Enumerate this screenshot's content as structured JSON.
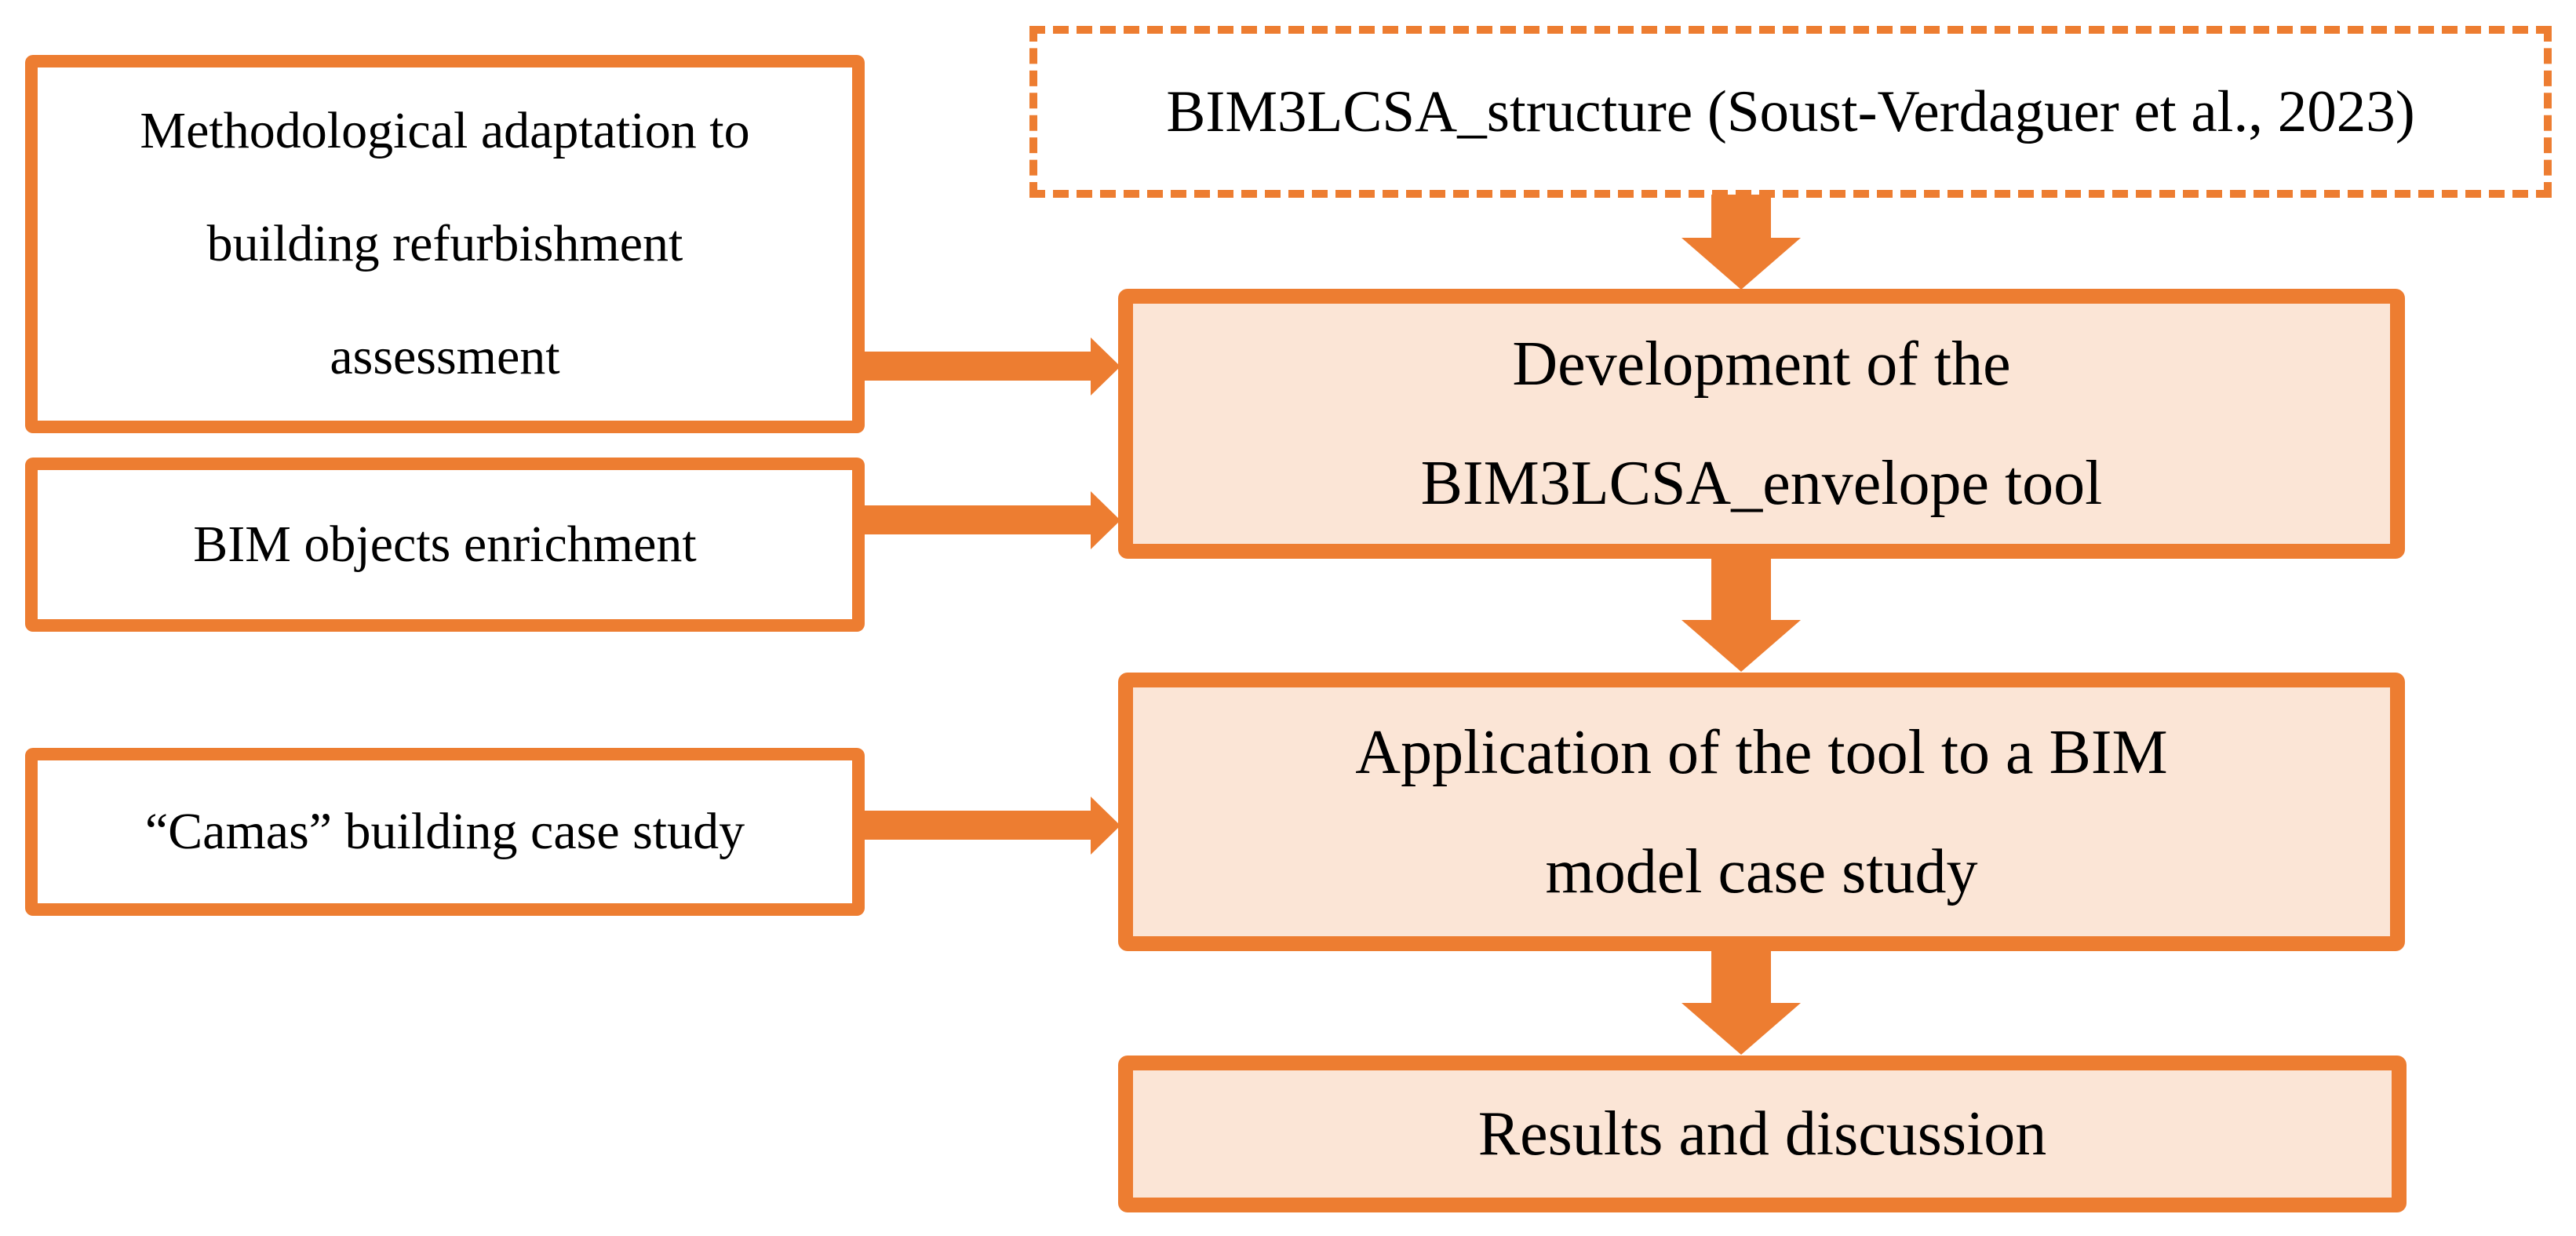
{
  "figure": {
    "type": "flowchart",
    "background_color": "#FFFFFF",
    "accent_color": "#ED7D31",
    "process_fill_color": "#FBE5D6",
    "text_color": "#000000"
  },
  "boxes": {
    "reference": {
      "label": "BIM3LCSA_structure (Soust-Verdaguer et al., 2023)",
      "style": "dashed-border"
    },
    "methodological": {
      "lines": [
        "Methodological adaptation to",
        "building refurbishment",
        "assessment"
      ],
      "style": "input"
    },
    "bim_objects": {
      "label": "BIM objects enrichment",
      "style": "input"
    },
    "camas": {
      "label": "“Camas” building case study",
      "style": "input"
    },
    "development": {
      "lines": [
        "Development of the",
        "BIM3LCSA_envelope tool"
      ],
      "style": "process"
    },
    "application": {
      "lines": [
        "Application of the tool to a BIM",
        "model case study"
      ],
      "style": "process"
    },
    "results": {
      "label": "Results and discussion",
      "style": "process"
    }
  },
  "edges": [
    {
      "from": "reference",
      "to": "development",
      "direction": "down"
    },
    {
      "from": "methodological",
      "to": "development",
      "direction": "right"
    },
    {
      "from": "bim_objects",
      "to": "development",
      "direction": "right"
    },
    {
      "from": "camas",
      "to": "application",
      "direction": "right"
    },
    {
      "from": "development",
      "to": "application",
      "direction": "down"
    },
    {
      "from": "application",
      "to": "results",
      "direction": "down"
    }
  ]
}
